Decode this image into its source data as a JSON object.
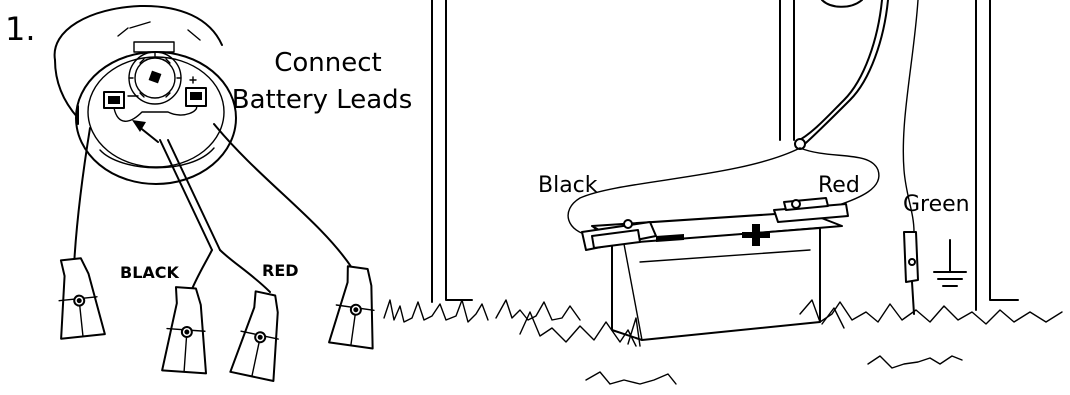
{
  "diagram": {
    "step_number": "1.",
    "heading_line1": "Connect",
    "heading_line2": "Battery Leads",
    "left_clip_labels": {
      "black": "BLACK",
      "red": "RED"
    },
    "battery_labels": {
      "black": "Black",
      "red": "Red",
      "green": "Green"
    },
    "terminal_symbols": {
      "negative": "−",
      "positive": "+"
    },
    "icons": [
      "energizer-housing-icon",
      "alligator-clip-icon",
      "car-battery-icon",
      "ground-symbol-icon",
      "grass-icon",
      "fence-post-icon"
    ]
  }
}
